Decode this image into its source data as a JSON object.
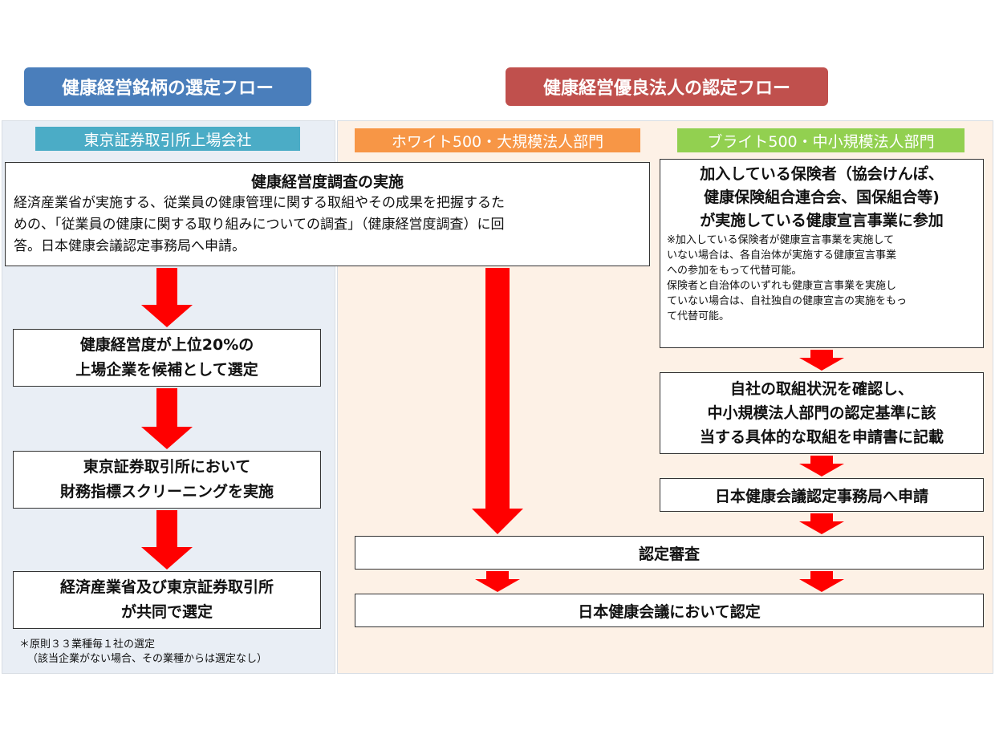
{
  "headers": {
    "left": "健康経営銘柄の選定フロー",
    "right": "健康経営優良法人の認定フロー"
  },
  "labels": {
    "tse": "東京証券取引所上場会社",
    "white": "ホワイト500・大規模法人部門",
    "bright": "ブライト500・中小規模法人部門"
  },
  "survey": {
    "title": "健康経営度調査の実施",
    "body_lines": [
      "経済産業省が実施する、従業員の健康管理に関する取組やその成果を把握するた",
      "めの、「従業員の健康に関する取り組みについての調査」（健康経営度調査）に回",
      "答。日本健康会議認定事務局へ申請。"
    ]
  },
  "left_flow": {
    "step1": [
      "健康経営度が上位20%の",
      "上場企業を候補として選定"
    ],
    "step2": [
      "東京証券取引所において",
      "財務指標スクリーニングを実施"
    ],
    "step3": [
      "経済産業省及び東京証券取引所",
      "が共同で選定"
    ],
    "footnote": [
      "＊原則３３業種毎１社の選定",
      "（該当企業がない場合、その業種からは選定なし）"
    ]
  },
  "right_flow": {
    "insurer_title": [
      "加入している保険者（協会けんぽ、",
      "健康保険組合連合会、国保組合等)",
      "が実施している健康宣言事業に参加"
    ],
    "insurer_note": [
      "※加入している保険者が健康宣言事業を実施して",
      "いない場合は、各自治体が実施する健康宣言事業",
      "への参加をもって代替可能。",
      "保険者と自治体のいずれも健康宣言事業を実施し",
      "ていない場合は、自社独自の健康宣言の実施をもっ",
      "て代替可能。"
    ],
    "confirm": [
      "自社の取組状況を確認し、",
      "中小規模法人部門の認定基準に該",
      "当する具体的な取組を申請書に記載"
    ],
    "apply": "日本健康会議認定事務局へ申請",
    "review": "認定審査",
    "certify": "日本健康会議において認定"
  },
  "colors": {
    "header_left": "#4a7ebb",
    "header_right": "#c0504d",
    "label_tse": "#4bacc6",
    "label_white": "#f79646",
    "label_bright": "#92d050",
    "panel_left": "#e9eef5",
    "panel_right": "#fdf1e6",
    "arrow": "#ff0000"
  }
}
